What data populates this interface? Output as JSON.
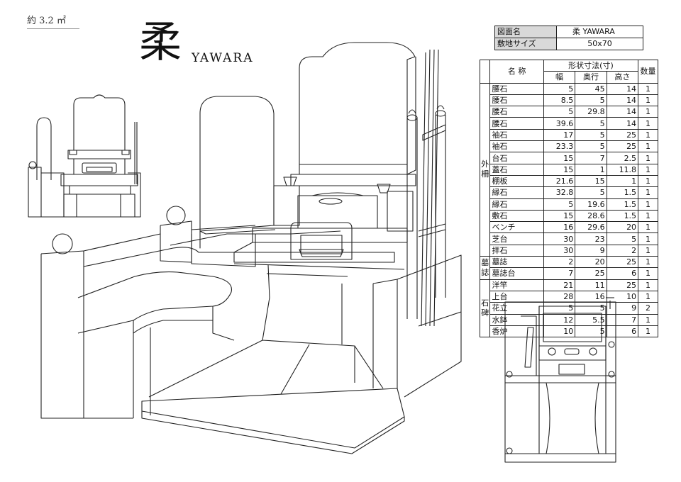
{
  "header": {
    "area": "約 3.2 ㎡",
    "name_kanji": "柔",
    "name_roman": "YAWARA"
  },
  "info_table": {
    "rows": [
      {
        "label": "図面名",
        "value": "柔  YAWARA"
      },
      {
        "label": "敷地サイズ",
        "value": "50x70"
      }
    ]
  },
  "spec_table": {
    "header": {
      "name": "名  称",
      "dims": "形状寸法(寸)",
      "width": "幅",
      "depth": "奥行",
      "height": "高さ",
      "qty": "数量"
    },
    "groups": [
      {
        "label": "外柵",
        "rows": [
          {
            "name": "腰石",
            "w": "5",
            "d": "45",
            "h": "14",
            "q": "1"
          },
          {
            "name": "腰石",
            "w": "8.5",
            "d": "5",
            "h": "14",
            "q": "1"
          },
          {
            "name": "腰石",
            "w": "5",
            "d": "29.8",
            "h": "14",
            "q": "1"
          },
          {
            "name": "腰石",
            "w": "39.6",
            "d": "5",
            "h": "14",
            "q": "1"
          },
          {
            "name": "袖石",
            "w": "17",
            "d": "5",
            "h": "25",
            "q": "1"
          },
          {
            "name": "袖石",
            "w": "23.3",
            "d": "5",
            "h": "25",
            "q": "1"
          },
          {
            "name": "台石",
            "w": "15",
            "d": "7",
            "h": "2.5",
            "q": "1"
          },
          {
            "name": "蓋石",
            "w": "15",
            "d": "1",
            "h": "11.8",
            "q": "1"
          },
          {
            "name": "棚板",
            "w": "21.6",
            "d": "15",
            "h": "1",
            "q": "1"
          },
          {
            "name": "縁石",
            "w": "32.8",
            "d": "5",
            "h": "1.5",
            "q": "1"
          },
          {
            "name": "縁石",
            "w": "5",
            "d": "19.6",
            "h": "1.5",
            "q": "1"
          },
          {
            "name": "敷石",
            "w": "15",
            "d": "28.6",
            "h": "1.5",
            "q": "1"
          },
          {
            "name": "ベンチ",
            "w": "16",
            "d": "29.6",
            "h": "20",
            "q": "1"
          },
          {
            "name": "芝台",
            "w": "30",
            "d": "23",
            "h": "5",
            "q": "1"
          },
          {
            "name": "拝石",
            "w": "30",
            "d": "9",
            "h": "2",
            "q": "1"
          }
        ]
      },
      {
        "label": "墓誌",
        "rows": [
          {
            "name": "墓誌",
            "w": "2",
            "d": "20",
            "h": "25",
            "q": "1"
          },
          {
            "name": "墓誌台",
            "w": "7",
            "d": "25",
            "h": "6",
            "q": "1"
          }
        ]
      },
      {
        "label": "石碑",
        "rows": [
          {
            "name": "洋竿",
            "w": "21",
            "d": "11",
            "h": "25",
            "q": "1"
          },
          {
            "name": "上台",
            "w": "28",
            "d": "16",
            "h": "10",
            "q": "1"
          },
          {
            "name": "花立",
            "w": "5",
            "d": "5",
            "h": "9",
            "q": "2"
          },
          {
            "name": "水鉢",
            "w": "12",
            "d": "5.5",
            "h": "7",
            "q": "1"
          },
          {
            "name": "香炉",
            "w": "10",
            "d": "5",
            "h": "6",
            "q": "1"
          }
        ]
      }
    ]
  }
}
